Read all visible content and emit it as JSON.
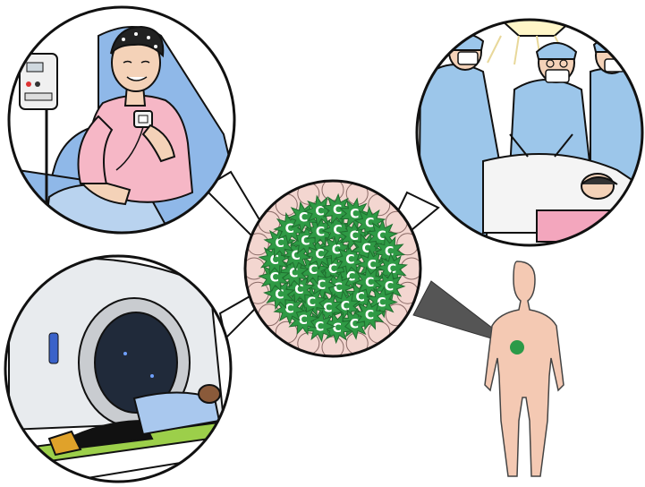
{
  "illustration": {
    "panels": [
      {
        "id": "chemotherapy",
        "icon": "infusion-patient"
      },
      {
        "id": "surgery",
        "icon": "surgical-team"
      },
      {
        "id": "radiotherapy",
        "icon": "ct-scanner"
      }
    ],
    "center": {
      "id": "tumor-cells",
      "icon": "cancer-cell-cluster",
      "cell_marker": "C"
    },
    "body": {
      "id": "human-figure",
      "icon": "body-outline"
    },
    "colors": {
      "outline": "#111111",
      "panel_bg": "#ffffff",
      "chair_blue": "#8fb8e8",
      "shirt_pink": "#f6b7c6",
      "skin": "#f4d2b8",
      "gown_blue": "#9cc6ea",
      "drape_white": "#f4f4f4",
      "tumor_green": "#2f9a45",
      "tumor_dark": "#1f6f2f",
      "cell_pink": "#f3d6d0",
      "scanner_grey": "#e8ebee",
      "scanner_ring": "#c9ccd0",
      "scanner_dark": "#202a3a",
      "patient_shirt": "#a9c8ee",
      "patient_skin": "#8a5a3a",
      "bed_green": "#9ccf4a",
      "body_skin": "#f4c9b3",
      "body_spot": "#2b9a48",
      "pointer_grey": "#555555"
    }
  }
}
